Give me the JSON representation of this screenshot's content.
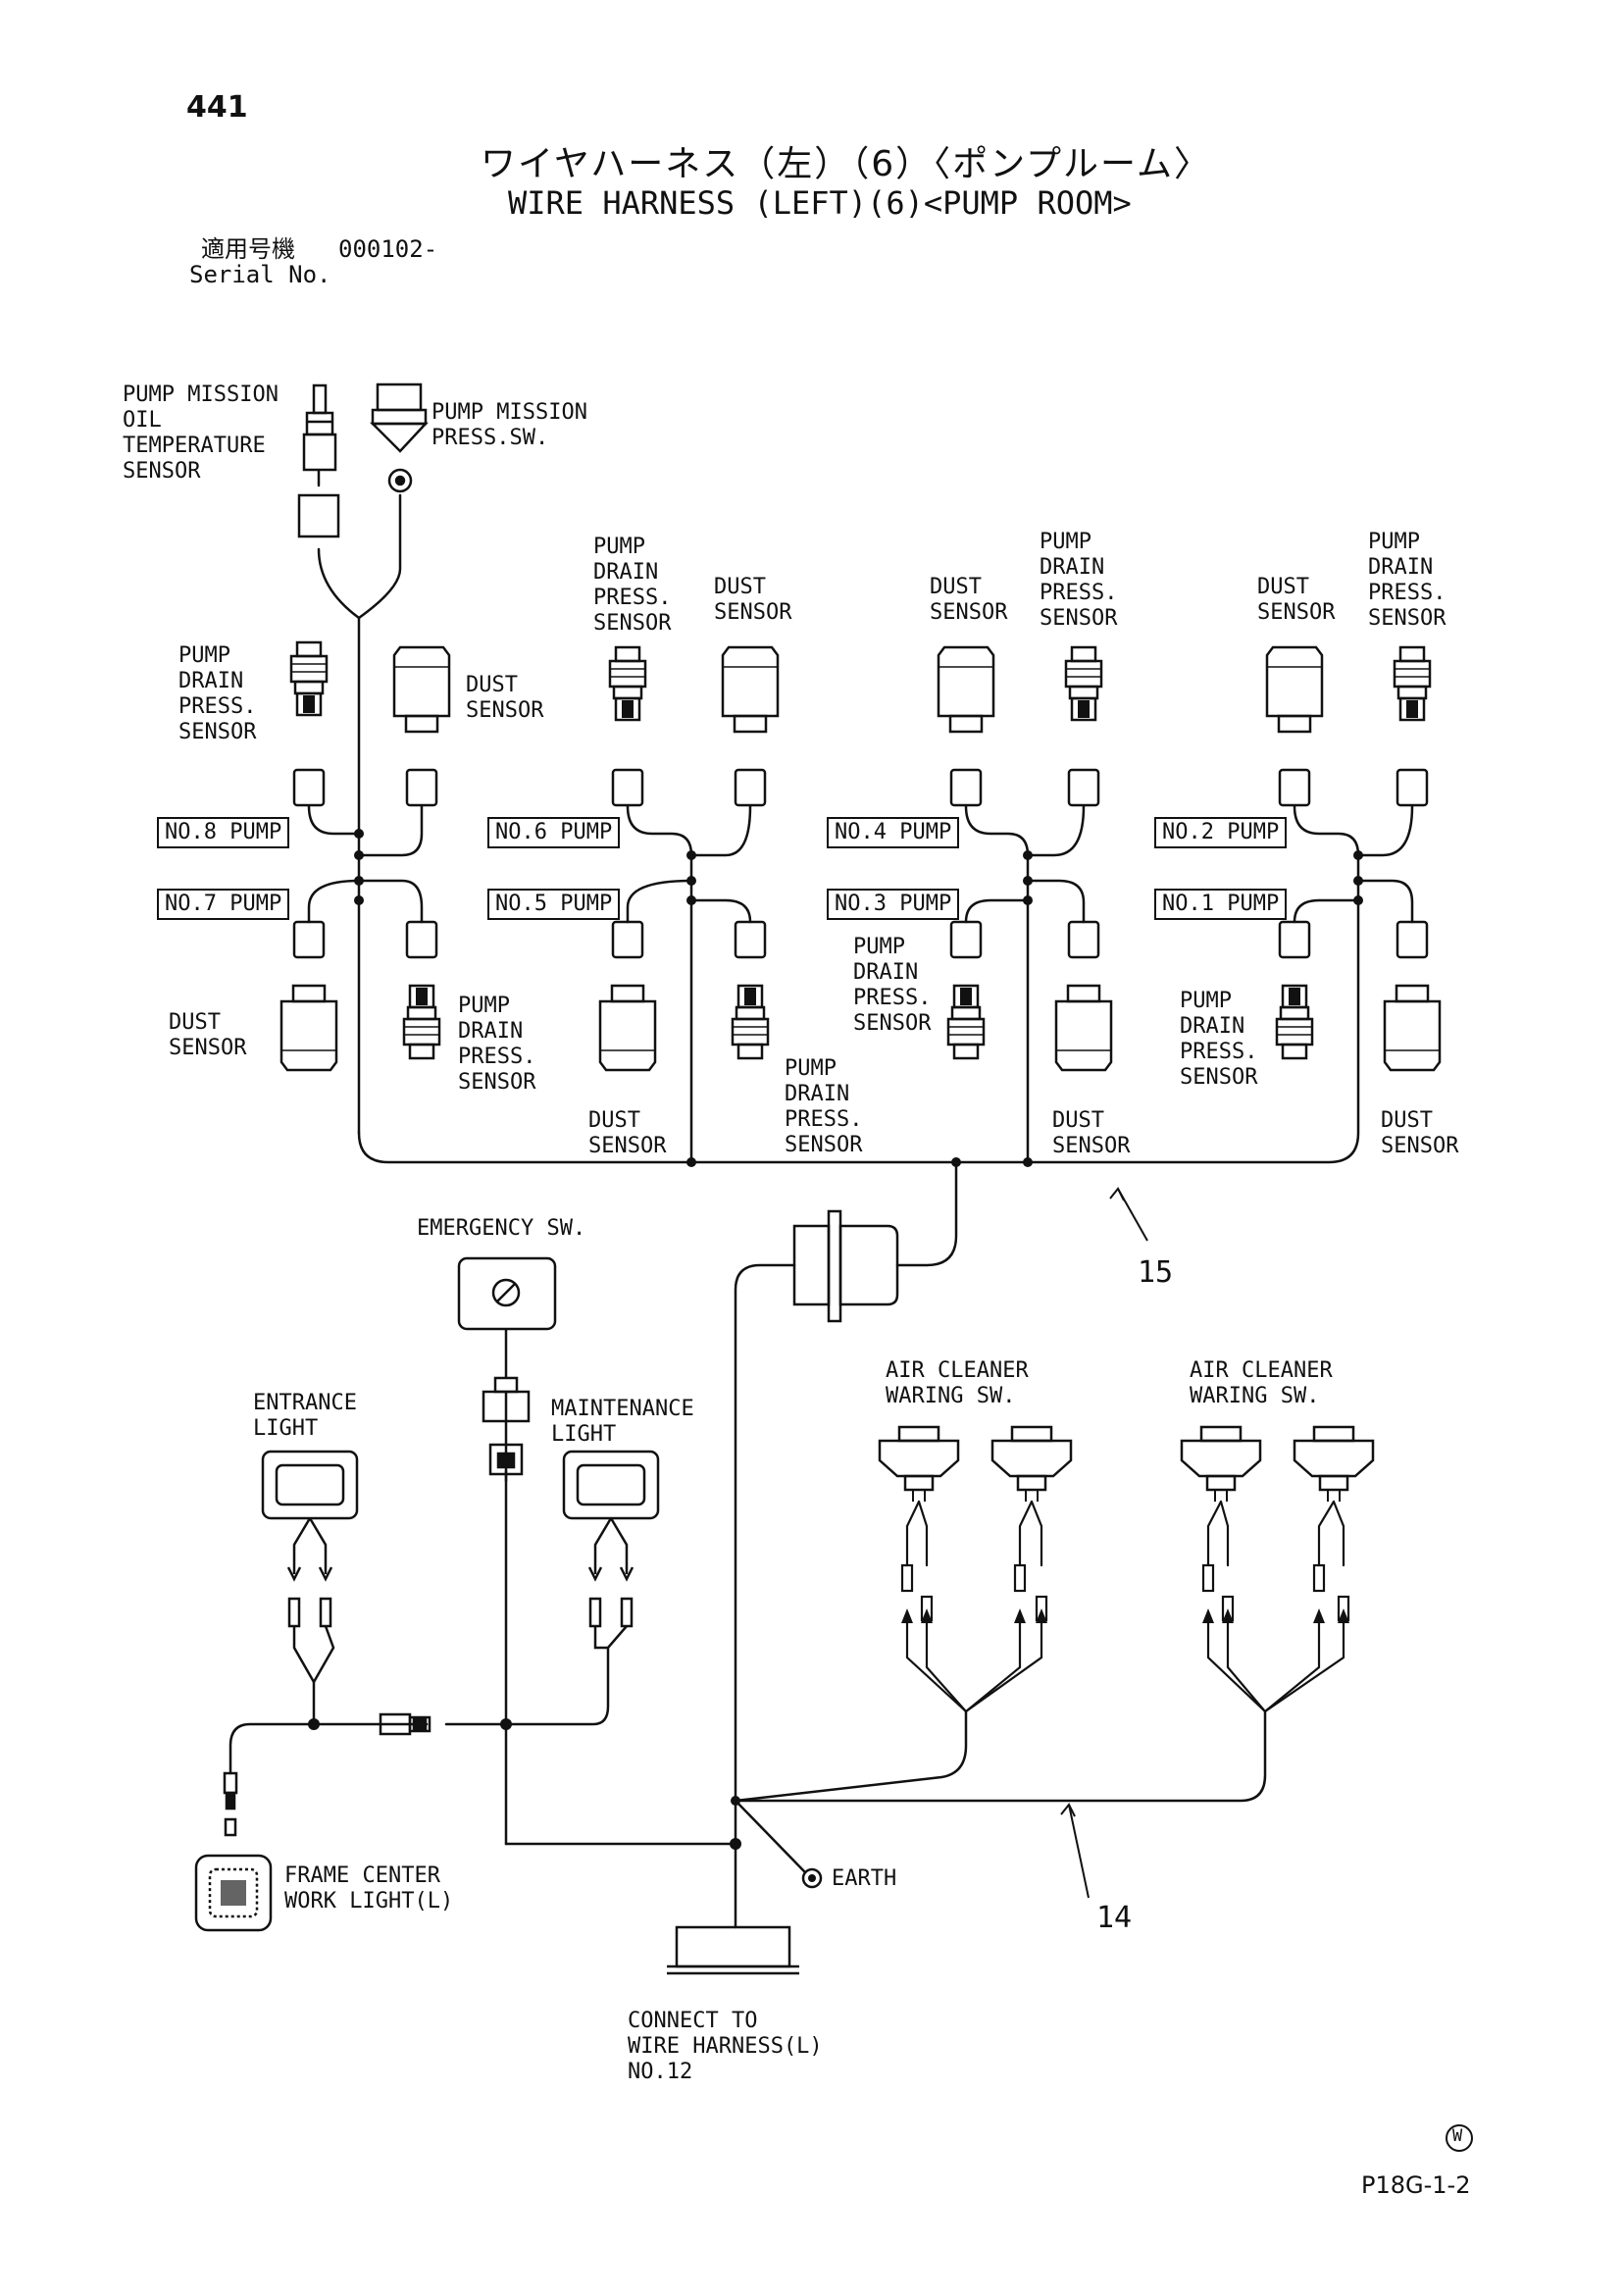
{
  "page_number": "441",
  "title_jp": "ワイヤハーネス（左）（6）〈ポンプルーム〉",
  "title_en": "WIRE HARNESS (LEFT)(6)<PUMP ROOM>",
  "serial": {
    "label_jp": "適用号機",
    "value": "000102-",
    "label_en": "Serial No."
  },
  "pump_labels": {
    "no8": "NO.8 PUMP",
    "no7": "NO.7 PUMP",
    "no6": "NO.6 PUMP",
    "no5": "NO.5 PUMP",
    "no4": "NO.4 PUMP",
    "no3": "NO.3 PUMP",
    "no2": "NO.2 PUMP",
    "no1": "NO.1 PUMP"
  },
  "components": {
    "mission_temp": "PUMP MISSION\nOIL\nTEMPERATURE\nSENSOR",
    "mission_press": "PUMP MISSION\nPRESS.SW.",
    "drain_press": "PUMP\nDRAIN\nPRESS.\nSENSOR",
    "dust_sensor": "DUST\nSENSOR",
    "dust_sensor_left": "DUST\nSENSOR",
    "emergency_sw": "EMERGENCY SW.",
    "entrance_light": "ENTRANCE\nLIGHT",
    "maintenance_light": "MAINTENANCE\nLIGHT",
    "frame_light": "FRAME CENTER\nWORK LIGHT(L)",
    "earth": "EARTH",
    "air_cleaner": "AIR CLEANER\nWARING SW.",
    "connect_to": "CONNECT TO\nWIRE HARNESS(L)\nNO.12"
  },
  "callouts": {
    "harness_15": "15",
    "harness_14": "14"
  },
  "footer": {
    "circle_mark": "W",
    "code": "P18G-1-2"
  }
}
